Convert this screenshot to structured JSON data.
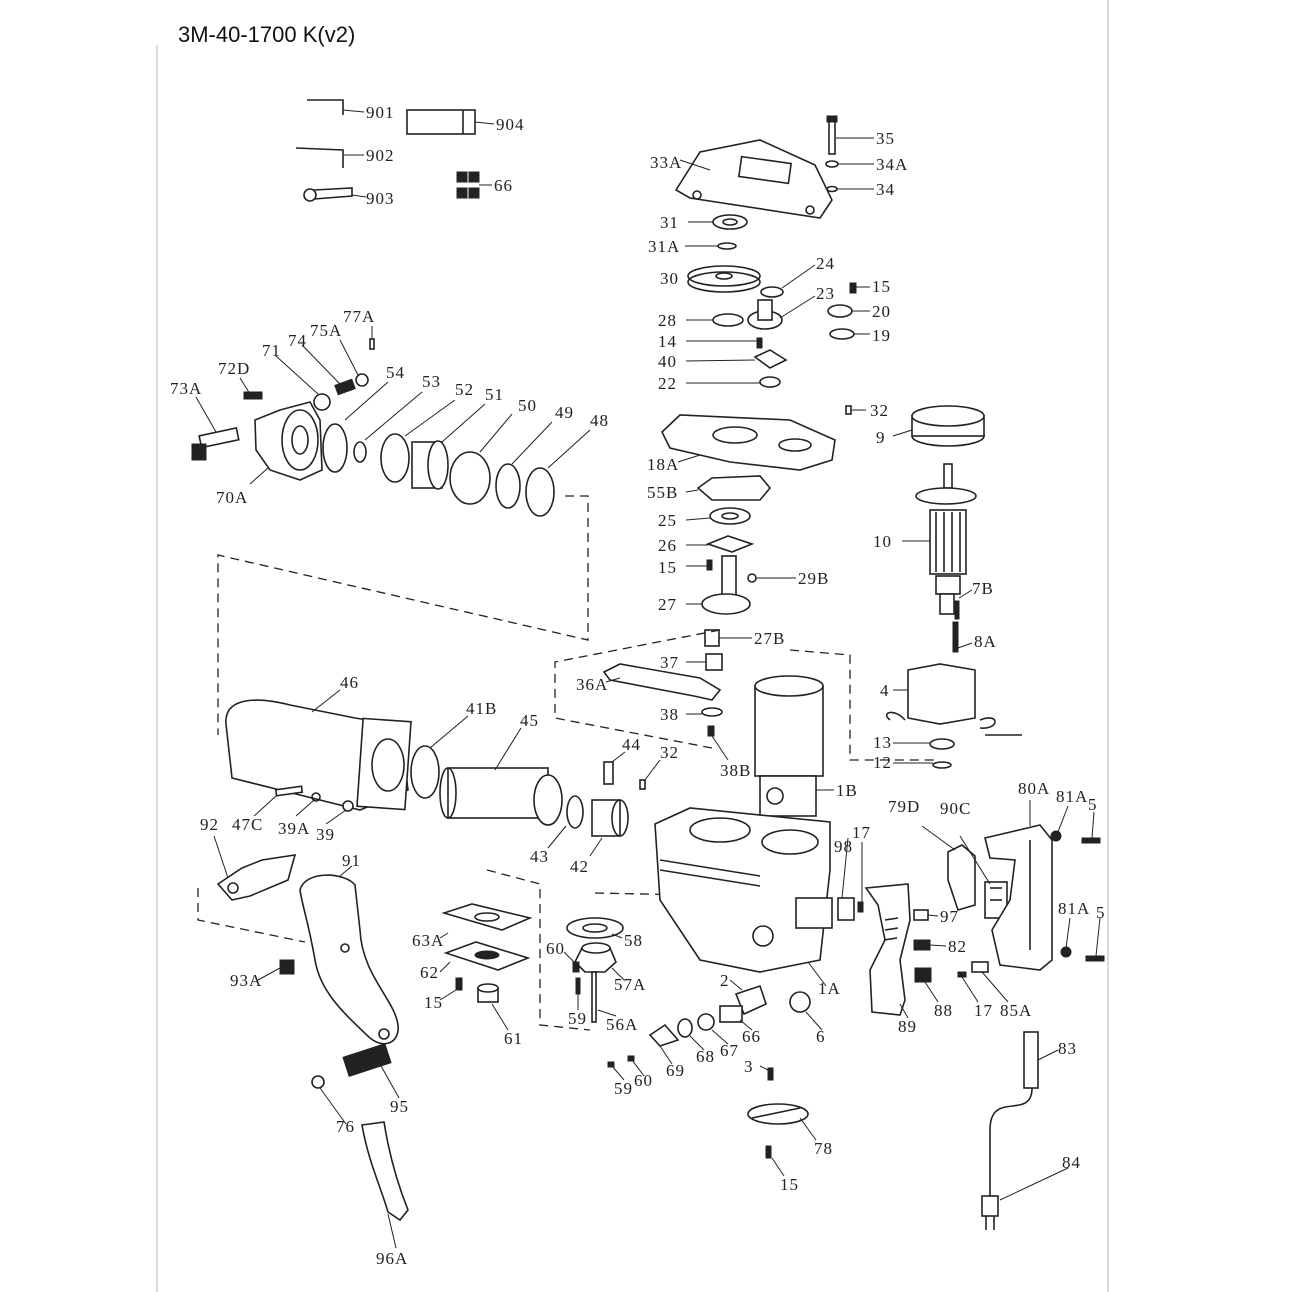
{
  "title": "3M-40-1700 K(v2)",
  "labels": {
    "l901": "901",
    "l902": "902",
    "l903": "903",
    "l904": "904",
    "l66": "66",
    "l35": "35",
    "l34A": "34A",
    "l34": "34",
    "l33A": "33A",
    "l31": "31",
    "l31A": "31A",
    "l30": "30",
    "l24": "24",
    "l23": "23",
    "l15a": "15",
    "l20": "20",
    "l19": "19",
    "l28": "28",
    "l14": "14",
    "l40": "40",
    "l22": "22",
    "l32a": "32",
    "l9": "9",
    "l18A": "18A",
    "l55B": "55B",
    "l25": "25",
    "l26": "26",
    "l15b": "15",
    "l29B": "29B",
    "l10": "10",
    "l27": "27",
    "l7B": "7B",
    "l27B": "27B",
    "l8A": "8A",
    "l37": "37",
    "l36A": "36A",
    "l4": "4",
    "l38": "38",
    "l38B": "38B",
    "l13": "13",
    "l12": "12",
    "l1B": "1B",
    "l77A": "77A",
    "l75A": "75A",
    "l74": "74",
    "l71": "71",
    "l72D": "72D",
    "l73A": "73A",
    "l54": "54",
    "l53": "53",
    "l52": "52",
    "l51": "51",
    "l50": "50",
    "l49": "49",
    "l48": "48",
    "l70A": "70A",
    "l46": "46",
    "l41B": "41B",
    "l45": "45",
    "l44": "44",
    "l32b": "32",
    "l47C": "47C",
    "l39A": "39A",
    "l39": "39",
    "l43": "43",
    "l42": "42",
    "l92": "92",
    "l91": "91",
    "l93A": "93A",
    "l95": "95",
    "l76": "76",
    "l96A": "96A",
    "l63A": "63A",
    "l62": "62",
    "l15c": "15",
    "l61": "61",
    "l60a": "60",
    "l58": "58",
    "l57A": "57A",
    "l59a": "59",
    "l56A": "56A",
    "l98": "98",
    "l17a": "17",
    "l1A": "1A",
    "l2": "2",
    "l6": "6",
    "l66b": "66",
    "l67": "67",
    "l68": "68",
    "l69": "69",
    "l60b": "60",
    "l59b": "59",
    "l3": "3",
    "l78": "78",
    "l15d": "15",
    "l79D": "79D",
    "l90C": "90C",
    "l80A": "80A",
    "l81Aa": "81A",
    "l5a": "5",
    "l81Ab": "81A",
    "l5b": "5",
    "l97": "97",
    "l82": "82",
    "l89": "89",
    "l88": "88",
    "l17b": "17",
    "l85A": "85A",
    "l83": "83",
    "l84": "84"
  }
}
